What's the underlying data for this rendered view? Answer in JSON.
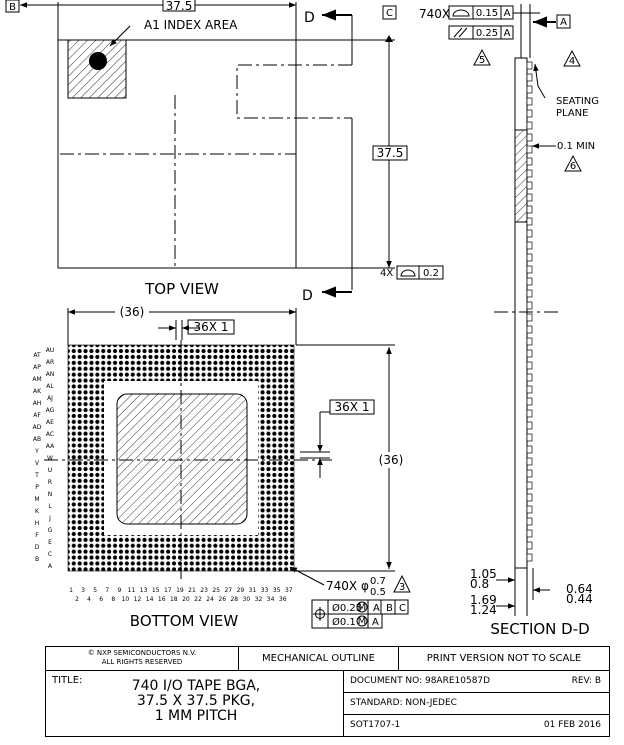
{
  "labels": {
    "datum_b": "B",
    "datum_c": "C",
    "datum_a": "A",
    "dim_top_width": "37.5",
    "a1_index": "A1 INDEX AREA",
    "section_d_top": "D",
    "section_d_bottom": "D",
    "dim_top_height": "37.5",
    "flatness_callout": "4X",
    "flatness_value": "0.2",
    "top_view": "TOP VIEW",
    "bottom_view": "BOTTOM VIEW",
    "section_view": "SECTION D-D",
    "dim_bottom_width": "(36)",
    "dim_bottom_height": "(36)",
    "pitch_x": "36X 1",
    "pitch_y": "36X 1",
    "ball_count": "740X",
    "ball_dia_max": "0.7",
    "ball_dia_min": "0.5",
    "ball_note": "3",
    "pos_tol_1": "Ø0.25",
    "pos_tol_1_refs": [
      "A",
      "B",
      "C"
    ],
    "pos_tol_2": "Ø0.1",
    "pos_tol_2_refs": [
      "A"
    ],
    "mmc": "M",
    "top_profile_count": "740X",
    "top_profile_value": "0.15",
    "top_profile_ref": "A",
    "parallel_value": "0.25",
    "parallel_ref": "A",
    "note_4": "4",
    "note_5": "5",
    "note_6": "6",
    "seating_plane_1": "SEATING",
    "seating_plane_2": "PLANE",
    "min_standoff": "0.1 MIN",
    "dim_1_05": "1.05",
    "dim_0_8": "0.8",
    "dim_1_69": "1.69",
    "dim_1_24": "1.24",
    "dim_0_64": "0.64",
    "dim_0_44": "0.44"
  },
  "row_labels_left": [
    "AT",
    "AP",
    "AM",
    "AK",
    "AH",
    "AF",
    "AD",
    "AB",
    "Y",
    "V",
    "T",
    "P",
    "M",
    "K",
    "H",
    "F",
    "D",
    "B"
  ],
  "row_labels_right": [
    "AU",
    "AR",
    "AN",
    "AL",
    "AJ",
    "AG",
    "AE",
    "AC",
    "AA",
    "W",
    "U",
    "R",
    "N",
    "L",
    "J",
    "G",
    "E",
    "C",
    "A"
  ],
  "col_labels_odd": [
    "1",
    "3",
    "5",
    "7",
    "9",
    "11",
    "13",
    "15",
    "17",
    "19",
    "21",
    "23",
    "25",
    "27",
    "29",
    "31",
    "33",
    "35",
    "37"
  ],
  "col_labels_even": [
    "2",
    "4",
    "6",
    "8",
    "10",
    "12",
    "14",
    "16",
    "18",
    "20",
    "22",
    "24",
    "26",
    "28",
    "30",
    "32",
    "34",
    "36"
  ],
  "title_block": {
    "copyright_1": "© NXP SEMICONDUCTORS N.V.",
    "copyright_2": "ALL RIGHTS RESERVED",
    "outline": "MECHANICAL OUTLINE",
    "print_note": "PRINT VERSION NOT TO SCALE",
    "title_label": "TITLE:",
    "title_1": "740 I/O TAPE BGA,",
    "title_2": "37.5 X 37.5 PKG,",
    "title_3": "1 MM PITCH",
    "document_no": "DOCUMENT NO: 98ARE10587D",
    "revision": "REV: B",
    "standard": "STANDARD: NON-JEDEC",
    "package_code": "SOT1707-1",
    "date": "01 FEB 2016"
  }
}
